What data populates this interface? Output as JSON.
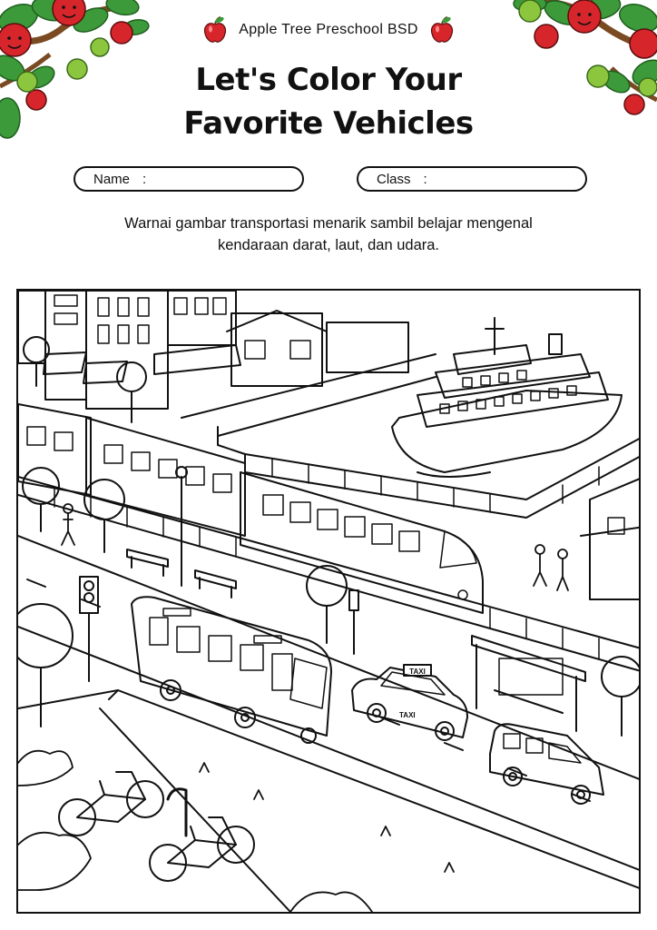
{
  "header": {
    "school_name": "Apple Tree Preschool BSD",
    "title_line1": "Let's Color Your",
    "title_line2": "Favorite Vehicles"
  },
  "form": {
    "name_label": "Name",
    "class_label": "Class",
    "separator": ":"
  },
  "instruction": {
    "line1": "Warnai gambar transportasi menarik sambil belajar mengenal",
    "line2": "kendaraan darat, laut, dan udara."
  },
  "illustration": {
    "taxi_sign": "TAXI",
    "taxi_door": "TAXI"
  },
  "colors": {
    "apple_red": "#d7262b",
    "leaf_green": "#3c9a3a",
    "branch_brown": "#7a4a22",
    "ink": "#111111"
  }
}
